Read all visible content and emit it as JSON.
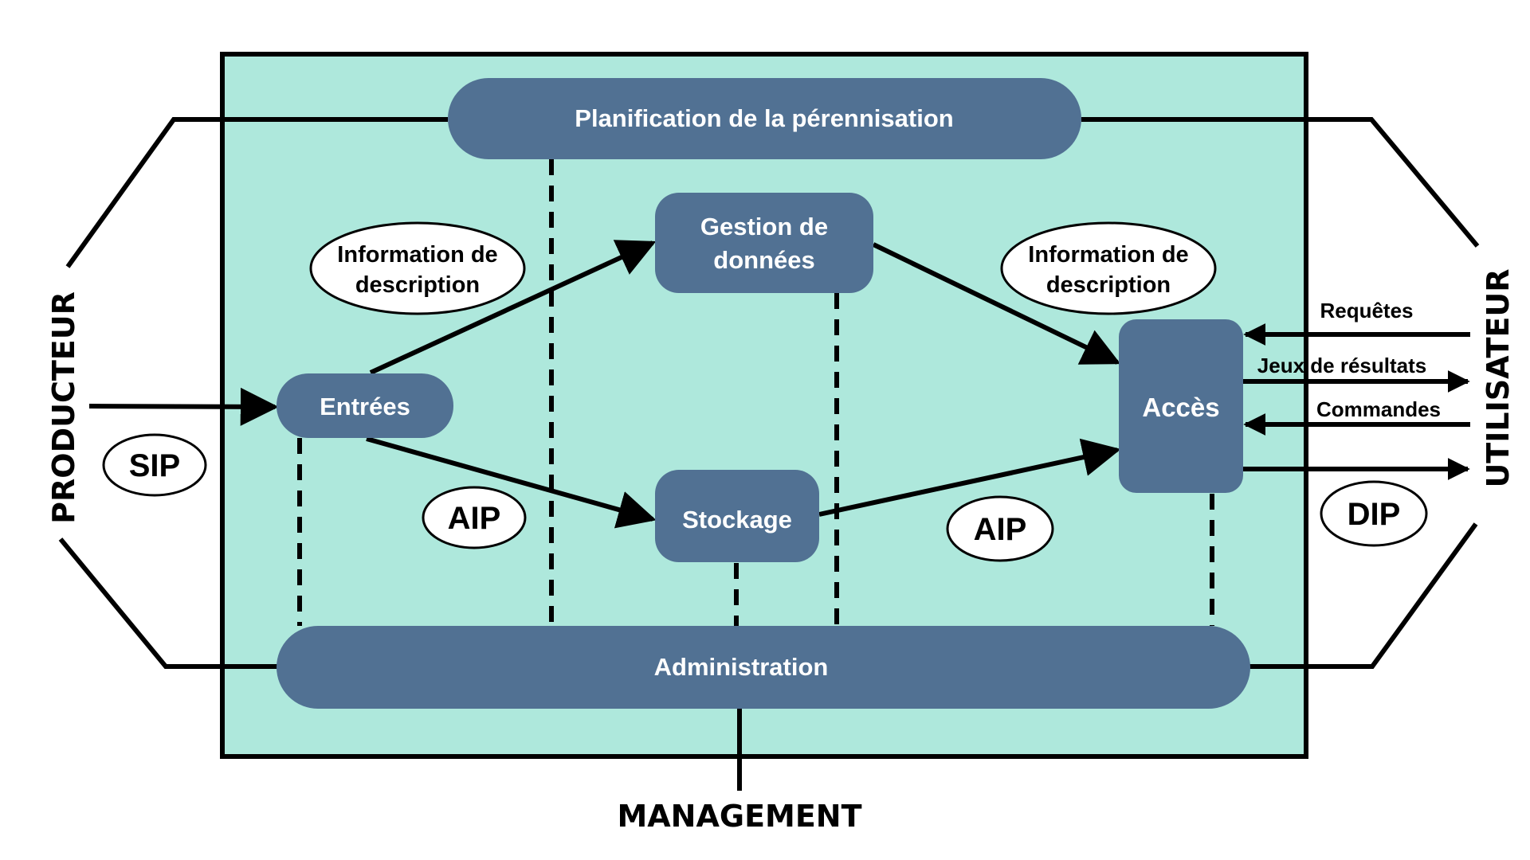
{
  "colors": {
    "archive_background": "#aee8dc",
    "function_box": "#517193",
    "function_text": "#ffffff",
    "line": "#000000",
    "package_fill": "#ffffff"
  },
  "diagram": {
    "title": "Modèle OAIS",
    "external_entities": {
      "producer": "PRODUCTEUR",
      "consumer": "UTILISATEUR",
      "management": "MANAGEMENT"
    },
    "functions": {
      "preservation_planning": "Planification de la pérennisation",
      "data_management_line1": "Gestion de",
      "data_management_line2": "données",
      "ingest": "Entrées",
      "archival_storage": "Stockage",
      "access": "Accès",
      "administration": "Administration"
    },
    "packages": {
      "sip": "SIP",
      "aip_left": "AIP",
      "aip_right": "AIP",
      "dip": "DIP",
      "descriptive_info_left_line1": "Information de",
      "descriptive_info_left_line2": "description",
      "descriptive_info_right_line1": "Information de",
      "descriptive_info_right_line2": "description"
    },
    "consumer_flows": {
      "queries": "Requêtes",
      "result_sets": "Jeux de résultats",
      "orders": "Commandes"
    }
  }
}
